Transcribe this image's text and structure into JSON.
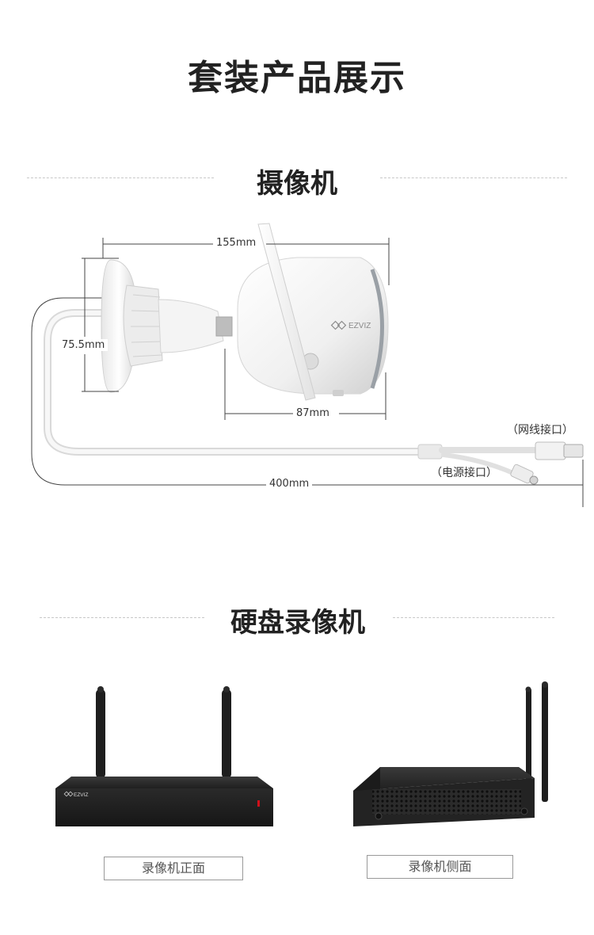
{
  "page_title": "套装产品展示",
  "camera_section": {
    "title": "摄像机",
    "logo_text": "EZVIZ",
    "dim_width": "155mm",
    "dim_height": "75.5mm",
    "dim_depth": "87mm",
    "dim_cable": "400mm",
    "port_network": "（网线接口）",
    "port_power": "（电源接口）"
  },
  "nvr_section": {
    "title": "硬盘录像机",
    "logo_text": "EZVIZ",
    "front_caption": "录像机正面",
    "side_caption": "录像机侧面"
  }
}
